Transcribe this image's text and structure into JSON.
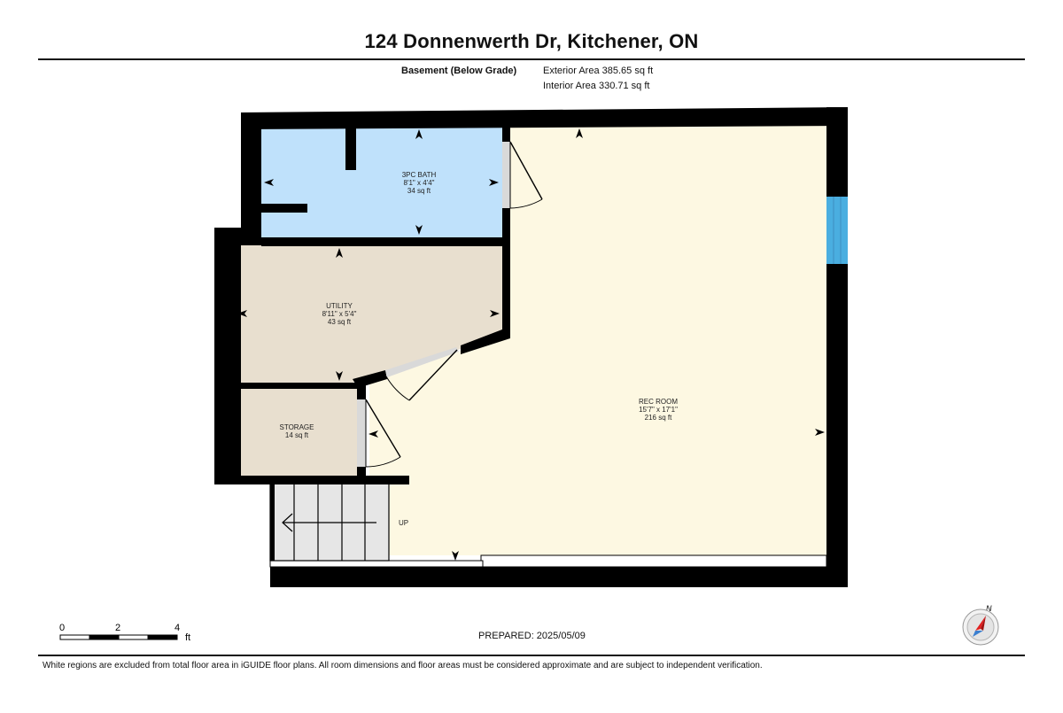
{
  "header": {
    "address": "124 Donnenwerth Dr, Kitchener, ON",
    "level_label": "Basement (Below Grade)",
    "exterior_area": "Exterior Area 385.65 sq ft",
    "interior_area": "Interior Area 330.71 sq ft"
  },
  "rooms": {
    "bath": {
      "name": "3PC BATH",
      "dims": "8'1\" x 4'4\"",
      "area": "34 sq ft",
      "color": "#bfe1fb"
    },
    "utility": {
      "name": "UTILITY",
      "dims": "8'11\" x 5'4\"",
      "area": "43 sq ft",
      "color": "#e8dfcf"
    },
    "storage": {
      "name": "STORAGE",
      "dims": "",
      "area": "14 sq ft",
      "color": "#e8dfcf"
    },
    "rec": {
      "name": "REC ROOM",
      "dims": "15'7\" x 17'1\"",
      "area": "216 sq ft",
      "color": "#fdf8e2"
    }
  },
  "stairs_label": "UP",
  "scale": {
    "ticks": [
      "0",
      "2",
      "4"
    ],
    "unit": "ft"
  },
  "prepared": "PREPARED: 2025/05/09",
  "compass_label": "N",
  "footer": {
    "disclaimer": "White regions are excluded from total floor area in iGUIDE floor plans. All room dimensions and floor areas must be considered approximate and are subject to independent verification."
  },
  "colors": {
    "wall": "#000000",
    "window": "#4aaee0",
    "door_swing": "#d9d9d9"
  }
}
